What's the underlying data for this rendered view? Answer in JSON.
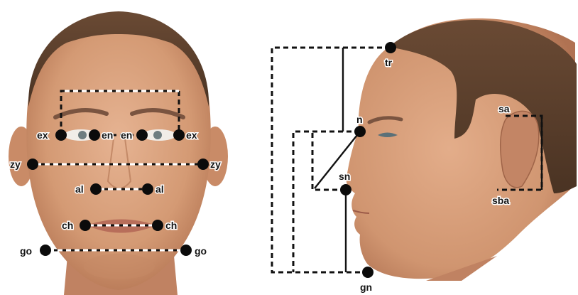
{
  "frontal_view": {
    "eye_left_outer": "ex",
    "eye_left_inner": "en",
    "eye_right_inner": "en",
    "eye_right_outer": "ex",
    "cheek_left": "zy",
    "cheek_right": "zy",
    "nose_left": "al",
    "nose_right": "al",
    "mouth_left": "ch",
    "mouth_right": "ch",
    "jaw_left": "go",
    "jaw_right": "go"
  },
  "profile_view": {
    "trichion": "tr",
    "nasion": "n",
    "subnasale": "sn",
    "gnathion": "gn",
    "superaurale": "sa",
    "subaurale": "sba"
  },
  "colors": {
    "skin": "#d9a07c",
    "skin_shadow": "#b77a58",
    "hair": "#5a4030",
    "marker": "#0b0b0b",
    "line": "#111111"
  }
}
